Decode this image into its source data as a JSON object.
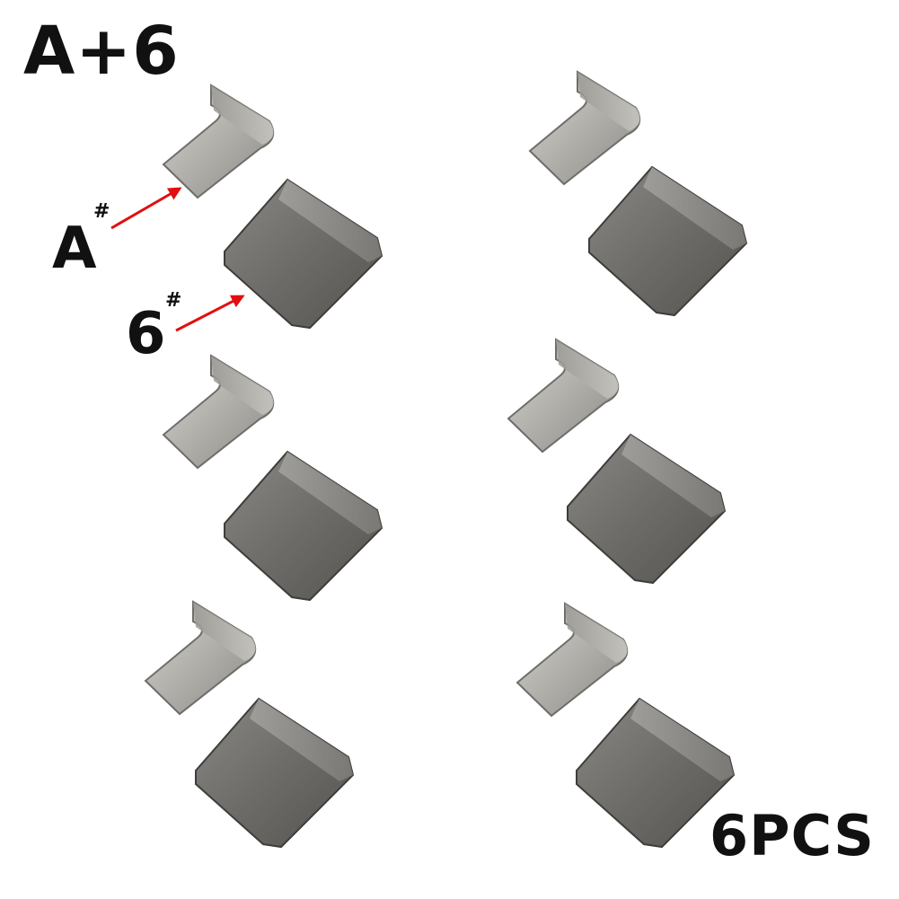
{
  "image": {
    "title": "A+6",
    "quantity": "6PCS",
    "callouts": [
      {
        "letter": "A",
        "mark": "#",
        "target": "clip-piece"
      },
      {
        "letter": "6",
        "mark": "#",
        "target": "stop-block"
      }
    ],
    "pair_count": 6,
    "colors": {
      "background": "#ffffff",
      "text": "#111111",
      "arrow": "#e01010",
      "clip_metal": "#b9b7b3",
      "block_metal": "#6f6d6a"
    }
  }
}
